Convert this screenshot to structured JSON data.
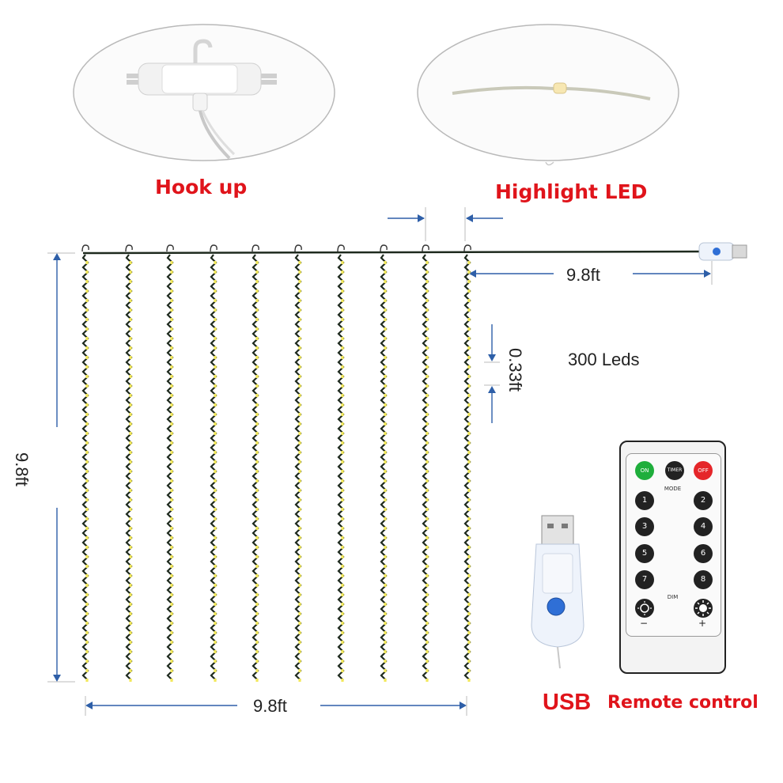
{
  "callouts": {
    "hook_label": "Hook up",
    "led_label": "Highlight LED"
  },
  "dimensions": {
    "cable_length": "9.8ft",
    "curtain_height": "9.8ft",
    "curtain_width": "9.8ft",
    "bulb_spacing": "0.33ft",
    "led_count": "300 Leds"
  },
  "bottom_labels": {
    "usb": "USB",
    "remote": "Remote control"
  },
  "remote": {
    "on": "ON",
    "timer": "TIMER",
    "off": "OFF",
    "mode": "MODE",
    "dim": "DIM",
    "minus": "−",
    "plus": "+",
    "keys": [
      "1",
      "2",
      "3",
      "4",
      "5",
      "6",
      "7",
      "8"
    ]
  },
  "colors": {
    "label_red": "#e0141b",
    "arrow_blue": "#2e5fa8",
    "led_yellow": "#f2e85a",
    "wire_dark": "#1e2a1e",
    "on_green": "#1fae3c",
    "off_red": "#e5262a"
  }
}
